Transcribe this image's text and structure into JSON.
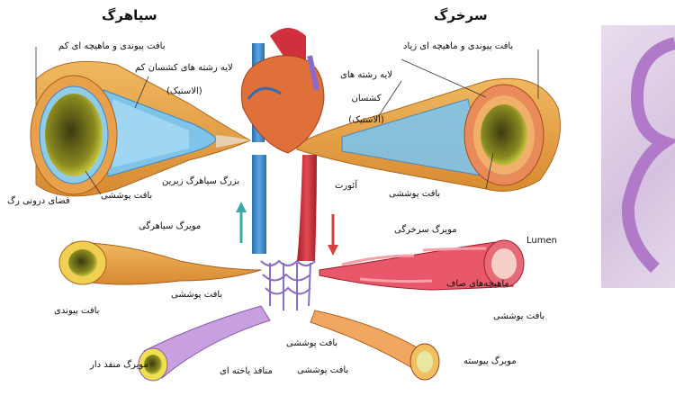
{
  "titles": {
    "vein": "سیاهرگ",
    "artery": "سرخرگ"
  },
  "vein_labels": {
    "connective_muscle_thin": "بافت پیوندی و ماهیچه ای کم",
    "elastic_thin_line1": "لایه رشته های کشسان کم",
    "elastic_thin_line2": "(الاستیک)",
    "epithelium": "بافت پوششی",
    "lumen": "فضای درونی رگ"
  },
  "artery_labels": {
    "connective_muscle_thick": "بافت پیوندی و ماهیچه ای زیاد",
    "elastic_line1": "لایه رشته های",
    "elastic_line2": "کشسان",
    "elastic_line3": "(الاستیک)",
    "epithelium": "بافت پوششی"
  },
  "center_labels": {
    "vena_cava": "بزرگ سیاهرگ زیرین",
    "aorta": "آئورت"
  },
  "venule": {
    "title": "مویرگ سیاهرگی",
    "epithelium": "بافت پوششی",
    "connective": "بافت پیوندی"
  },
  "arteriole": {
    "title": "مویرگ سرخرگی",
    "lumen": "Lumen",
    "smooth_muscle": "ماهیچه‌های صاف",
    "epithelium": "بافت پوششی"
  },
  "capillaries": {
    "epithelium_top": "بافت پوششی",
    "fenestrated_title": "مویرگ منفذ دار",
    "cell_pores": "منافذ یاخته ای",
    "epithelium_bottom": "بافت پوششی",
    "continuous_title": "مویرگ پیوسته"
  },
  "colors": {
    "vein_blue": "#3a86c8",
    "artery_red": "#d0303c",
    "wall_orange": "#e8a040",
    "inner_yellow": "#e8e04a",
    "arrow_teal": "#3aa8a8",
    "arrow_red": "#d84040",
    "purple_net": "#8a6cc8",
    "micro_purple": "#b07ac8"
  }
}
